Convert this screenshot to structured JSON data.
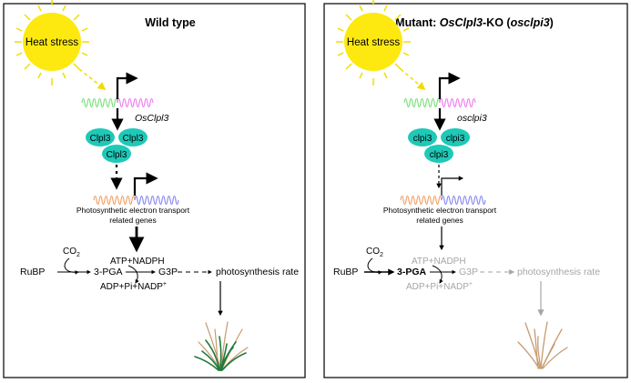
{
  "panels": {
    "wild": {
      "title": "Wild type",
      "heat": "Heat stress",
      "gene": "OsClpl3",
      "protein": [
        "Clpl3",
        "Clpl3",
        "Clpl3"
      ],
      "ptet_line1": "Photosynthetic electron transport",
      "ptet_line2": "related genes",
      "co2": "CO",
      "co2_sub": "2",
      "atp": "ATP+NADPH",
      "rubp": "RuBP",
      "pga": "3-PGA",
      "g3p": "G3P",
      "rate": "photosynthesis rate",
      "adp": "ADP+Pi+NADP",
      "adp_sup": "+"
    },
    "mutant": {
      "title_prefix": "Mutant: ",
      "title_gene": "OsClpl3",
      "title_mid": "-KO (",
      "title_allele": "osclpi3",
      "title_end": ")",
      "heat": "Heat stress",
      "gene": "osclpi3",
      "protein": [
        "clpi3",
        "clpi3",
        "clpi3"
      ],
      "ptet_line1": "Photosynthetic electron transport",
      "ptet_line2": "related genes",
      "co2": "CO",
      "co2_sub": "2",
      "atp": "ATP+NADPH",
      "rubp": "RuBP",
      "pga": "3-PGA",
      "g3p": "G3P",
      "rate": "photosynthesis rate",
      "adp": "ADP+Pi+NADP",
      "adp_sup": "+"
    }
  },
  "colors": {
    "sun": "#fde910",
    "sun_ray": "#f2dc00",
    "protein": "#1ec9b8",
    "promoter": "#7ee07e",
    "gene_wave": "#f07ff0",
    "target_promoter": "#f2a36b",
    "target_gene": "#8c8cf2",
    "grass_green": "#1f7a3a",
    "grass_brown": "#c79a6e",
    "muted": "#a6a6a6"
  }
}
